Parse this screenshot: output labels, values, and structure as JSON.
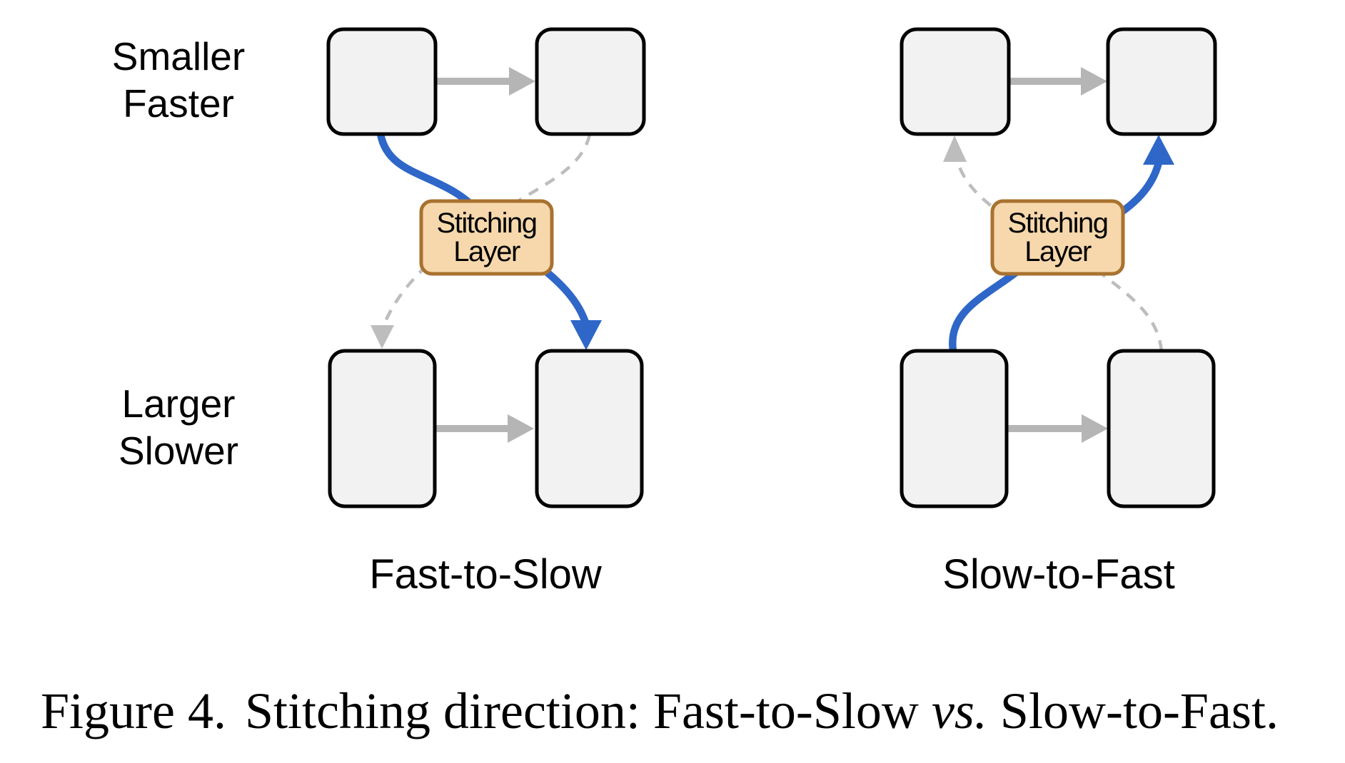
{
  "figure": {
    "row_labels": {
      "top": {
        "line1": "Smaller",
        "line2": "Faster"
      },
      "bottom": {
        "line1": "Larger",
        "line2": "Slower"
      }
    },
    "panels": [
      {
        "title": "Fast-to-Slow",
        "stitching": {
          "line1": "Stitching",
          "line2": "Layer"
        }
      },
      {
        "title": "Slow-to-Fast",
        "stitching": {
          "line1": "Stitching",
          "line2": "Layer"
        }
      }
    ],
    "caption": {
      "label": "Figure 4.",
      "before_vs": "Stitching direction: Fast-to-Slow ",
      "vs": "vs.",
      "after_vs": " Slow-to-Fast."
    }
  },
  "colors": {
    "blue": "#2e67c8",
    "gray-arrow": "#b5b5b5",
    "gray-dash": "#bdbdbd",
    "box-fill": "#f2f2f2",
    "box-border": "#000000",
    "stitch-fill": "#f6d8ac",
    "stitch-border": "#a9722f",
    "text": "#000000"
  }
}
